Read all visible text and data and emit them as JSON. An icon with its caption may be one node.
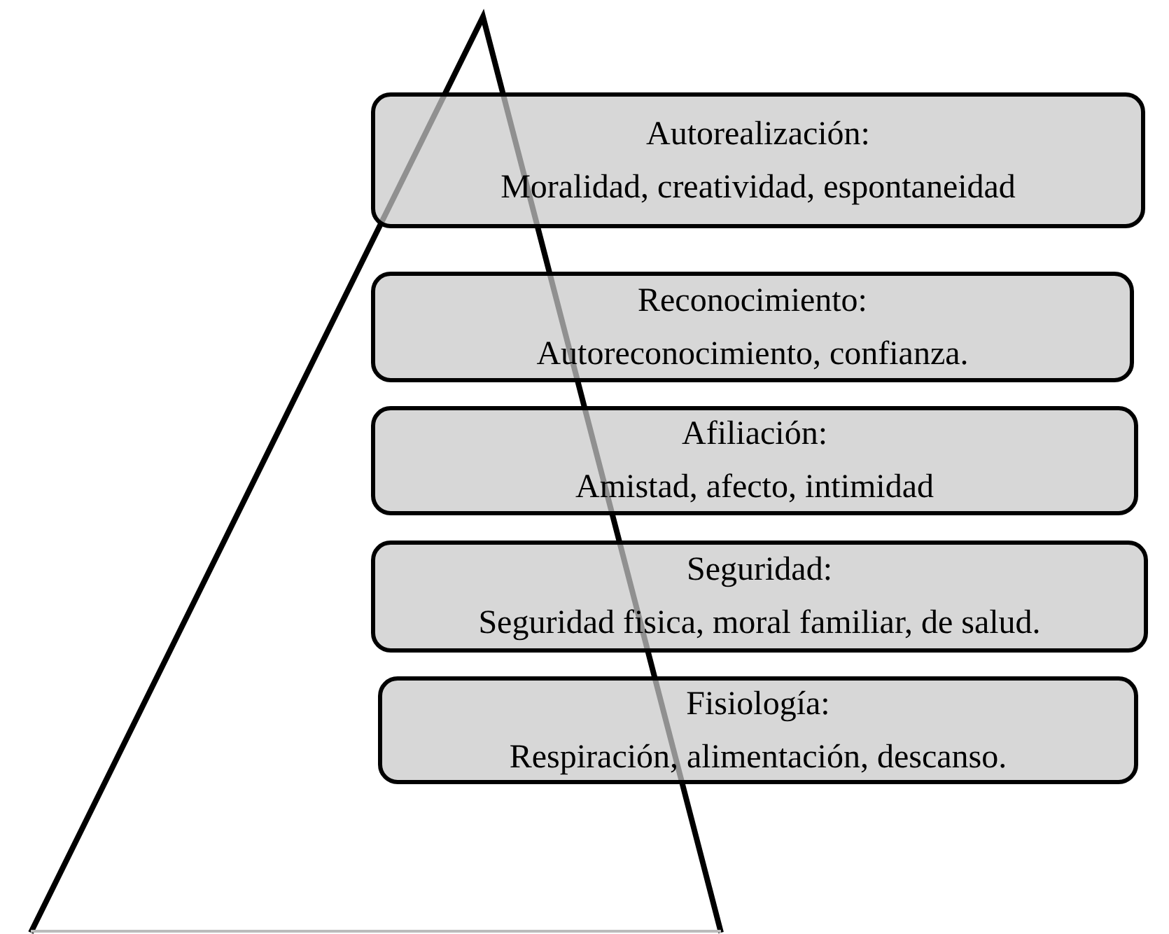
{
  "diagram": {
    "nodes": [
      {
        "text": [
          "Autorealización:",
          "Moralidad, creatividad, espontaneidad"
        ]
      },
      {
        "text": [
          "Reconocimiento:",
          "Autoreconocimiento, confianza."
        ]
      },
      {
        "text": [
          "Afiliación:",
          "Amistad, afecto, intimidad"
        ]
      },
      {
        "text": [
          "Seguridad:",
          "Seguridad fisica, moral familiar, de salud."
        ]
      },
      {
        "text": [
          "Fisiología:",
          "Respiración, alimentación, descanso."
        ]
      }
    ]
  }
}
